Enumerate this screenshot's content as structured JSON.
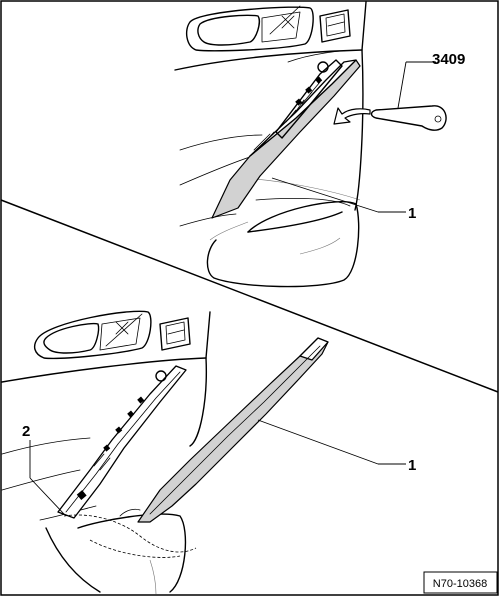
{
  "callouts": {
    "tool": "3409",
    "panel_top": "1",
    "panel_bottom": "1",
    "clip": "2"
  },
  "figure_code": "N70-10368",
  "icons": [
    "door-handle-icon",
    "window-switch-icon",
    "rotate-arrow-icon",
    "wedge-tool-icon"
  ],
  "colors": {
    "strip_fill": "#d2d2d2",
    "line": "#000000",
    "background": "#ffffff"
  }
}
